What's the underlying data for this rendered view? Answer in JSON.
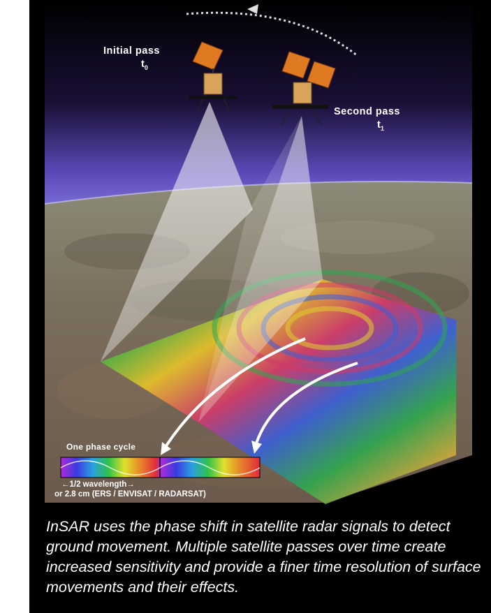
{
  "figure": {
    "initial_pass": {
      "label": "Initial pass",
      "time": "t",
      "time_sub": "0"
    },
    "second_pass": {
      "label": "Second pass",
      "time": "t",
      "time_sub": "1"
    },
    "phase_cycle_label": "One phase cycle",
    "wavelength_label": "←1/2 wavelength→",
    "wavelength_value": "or 2.8 cm (ERS / ENVISAT / RADARSAT)",
    "caption": "InSAR uses the phase shift in satellite radar signals to detect ground movement. Multiple satellite passes over time create increased sensitivity and provide a finer time resolution of surface movements and their effects."
  }
}
